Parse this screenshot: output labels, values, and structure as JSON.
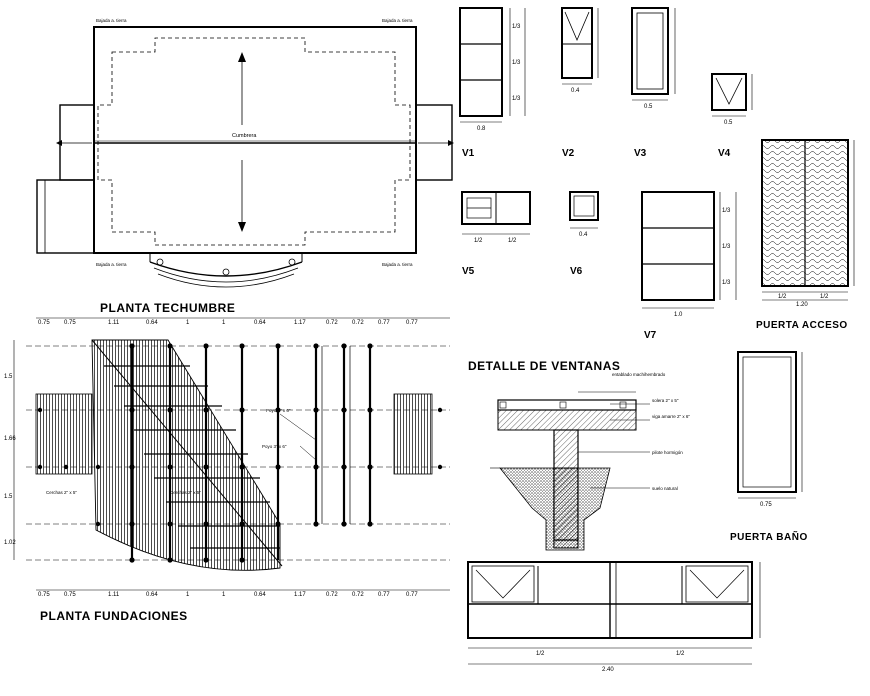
{
  "sheet": {
    "titles": {
      "planta_techumbre": "PLANTA TECHUMBRE",
      "planta_fundaciones": "PLANTA FUNDACIONES",
      "detalle_ventanas": "DETALLE DE VENTANAS",
      "puerta_acceso": "PUERTA ACCESO",
      "puerta_bano": "PUERTA BAÑO"
    },
    "roof": {
      "ridge_label": "Cumbrera",
      "eave_label": "Bajada a. tierra"
    },
    "windows": {
      "v1": "V1",
      "v2": "V2",
      "v3": "V3",
      "v4": "V4",
      "v5": "V5",
      "v6": "V6",
      "v7": "V7"
    },
    "window_dims": {
      "v1_w": "0.8",
      "v2_w": "0.4",
      "v3_w": "0.5",
      "v4_w": "0.5",
      "v5_half_a": "1/2",
      "v5_half_b": "1/2",
      "v6_w": "0.4",
      "v7_w": "1.0",
      "v7_thirds": [
        "1/3",
        "1/3",
        "1/3"
      ],
      "v1_thirds": [
        "1/3",
        "1/3",
        "1/3"
      ]
    },
    "doors": {
      "acceso_w": "1.20",
      "acceso_halves": [
        "1/2",
        "1/2"
      ],
      "bano_w": "0.75"
    },
    "foundation": {
      "top_dims": [
        "0.75",
        "0.75",
        "1.11",
        "0.64",
        "1",
        "1",
        "0.64",
        "1.17",
        "0.72",
        "0.72",
        "0.77",
        "0.77"
      ],
      "bottom_dims": [
        "0.75",
        "0.75",
        "1.11",
        "0.64",
        "1",
        "1",
        "0.64",
        "1.17",
        "0.72",
        "0.72",
        "0.77",
        "0.77"
      ],
      "left_dims": [
        "1.5",
        "1.66",
        "1.5",
        "1.02"
      ],
      "note_a": "Poyo 3\" x 6\"",
      "note_b": "Poyo 3\" x 6\"",
      "note_c": "Cerchas 2\" x 5\"",
      "note_d": "Cerchas 2\" x 5\""
    },
    "detail": {
      "notes": [
        "entablado machihembrado",
        "solera 2\" x 5\"",
        "viga amarre 2\" x 6\"",
        "pilote hormigón",
        "suelo natural"
      ]
    },
    "window_large": {
      "halves": [
        "1/2",
        "1/2"
      ],
      "total": "2.40"
    }
  }
}
